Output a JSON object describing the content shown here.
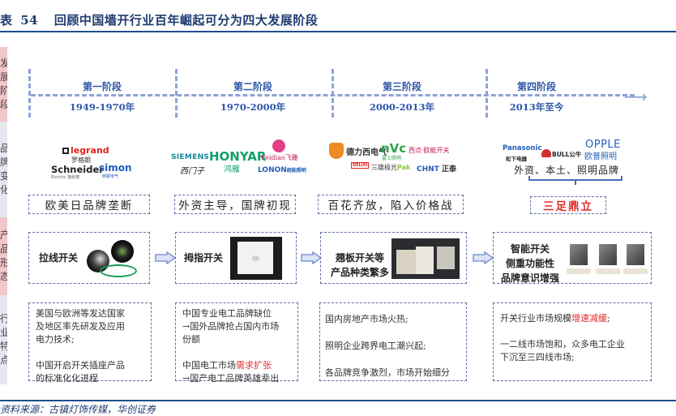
{
  "header": {
    "table_label": "表",
    "table_number": "54",
    "title": "回顾中国墙开行业百年崛起可分为四大发展阶段"
  },
  "row_labels": [
    {
      "text": [
        "发",
        "展",
        "阶",
        "段"
      ],
      "color": "#f3c5cc"
    },
    {
      "text": [
        "品",
        "牌",
        "变",
        "化"
      ],
      "color": "#e6e8ef"
    },
    {
      "text": [
        "产",
        "品",
        "形",
        "态"
      ],
      "color": "#f3c5cc"
    },
    {
      "text": [
        "行",
        "业",
        "特",
        "点"
      ],
      "color": "#e6e8ef"
    }
  ],
  "stages": [
    {
      "name": "第一阶段",
      "years": "1949-1970年"
    },
    {
      "name": "第二阶段",
      "years": "1970-2000年"
    },
    {
      "name": "第三阶段",
      "years": "2000-2013年"
    },
    {
      "name": "第四阶段",
      "years": "2013年至今"
    }
  ],
  "brands": {
    "stage1": {
      "legrand": "legrand",
      "legrand_cn": "罗格朗",
      "schneider": "Schneider",
      "schneider_sub": "Electric 施耐德",
      "simon": "simon",
      "simon_sub": "西蒙电气"
    },
    "stage2": {
      "siemens": "SIEMENS",
      "siemens_cn": "西门子",
      "honyar": "HONYAR",
      "honyar_cn": "鸿雁",
      "feidiao": "Feidiao飞雕",
      "lonon": "LONON",
      "lonon_cn": "朗能照明"
    },
    "stage3": {
      "bull_like": "德力西电气",
      "nvc": "nVc",
      "nvc_cn": "雷士照明",
      "other": "西点·欧能开关",
      "delixi": "DELIXI",
      "sanxiong": "三雄极光",
      "pak": "Pak",
      "chint": "CHNT",
      "chint_cn": "正泰"
    },
    "stage4": {
      "panasonic": "Panasonic",
      "panasonic_cn": "松下电器",
      "bull": "BULL公牛",
      "opple": "OPPLE",
      "opple_cn": "欧普照明",
      "caption": "外资、本土、照明品牌"
    }
  },
  "brand_summaries": [
    {
      "text": "欧美日品牌垄断"
    },
    {
      "text": "外资主导，国牌初现"
    },
    {
      "text": "百花齐放，陷入价格战"
    },
    {
      "text": "三足鼎立"
    }
  ],
  "products": [
    {
      "label": "拉线开关"
    },
    {
      "label": "拇指开关"
    },
    {
      "label": [
        "翘板开关等",
        "产品种类繁多"
      ]
    },
    {
      "label": [
        "智能开关",
        "侧重功能性",
        "品牌意识增强"
      ]
    }
  ],
  "features": [
    {
      "paragraphs": [
        [
          {
            "t": "美国与欧洲等发达国家"
          }
        ],
        [
          {
            "t": "及地区率先研发及应用"
          }
        ],
        [
          {
            "t": "电力技术;"
          }
        ],
        [
          {
            "t": ""
          }
        ],
        [
          {
            "t": "中国开启开关插座产品"
          }
        ],
        [
          {
            "t": "的标准化化进程"
          }
        ]
      ]
    },
    {
      "paragraphs": [
        [
          {
            "t": "中国专业电工品牌缺位"
          }
        ],
        [
          {
            "t": "→国外品牌抢占国内市场"
          }
        ],
        [
          {
            "t": "份额"
          }
        ],
        [
          {
            "t": ""
          }
        ],
        [
          {
            "t": "中国电工市场"
          },
          {
            "t": "需求扩张",
            "red": true
          }
        ],
        [
          {
            "t": "→国产电工品牌英雄辈出"
          }
        ]
      ]
    },
    {
      "paragraphs": [
        [
          {
            "t": "国内房地产市场火热;"
          }
        ],
        [
          {
            "t": ""
          }
        ],
        [
          {
            "t": "照明企业跨界电工潮兴起;"
          }
        ],
        [
          {
            "t": ""
          }
        ],
        [
          {
            "t": "各品牌竞争激烈，市场开始细分"
          }
        ]
      ]
    },
    {
      "paragraphs": [
        [
          {
            "t": "开关行业市场规模"
          },
          {
            "t": "增速减缓",
            "red": true
          },
          {
            "t": ";"
          }
        ],
        [
          {
            "t": ""
          }
        ],
        [
          {
            "t": "一二线市场饱和，众多电工企业"
          }
        ],
        [
          {
            "t": "下沉至三四线市场;"
          }
        ]
      ]
    }
  ],
  "source": "资料来源：古镇灯饰传媒，华创证券",
  "colors": {
    "accent_blue": "#2d56a8",
    "timeline": "#8ea2d6",
    "highlight_red": "#e02a2a",
    "rule": "#1f4e8c"
  }
}
